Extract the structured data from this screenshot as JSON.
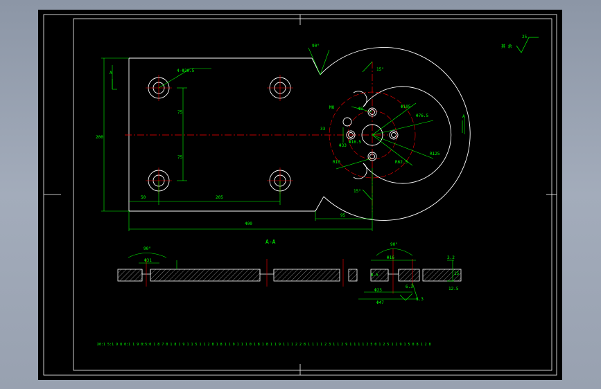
{
  "colors": {
    "background": "#000000",
    "outline": "#ffffff",
    "dimension": "#00ff00",
    "centerline": "#ff0000",
    "hatch": "#ffffff"
  },
  "views": {
    "section_label": "A-A",
    "section_marker": "A",
    "section_marker_right": "A"
  },
  "top_view": {
    "hole_callout": "4-Φ20.5",
    "dim_height": "200",
    "dim_75a": "75",
    "dim_75b": "75",
    "dim_50": "50",
    "dim_205": "205",
    "dim_400": "400",
    "dim_95": "95",
    "angle_90": "90°",
    "angle_15_top": "15°",
    "angle_15_bottom": "15°",
    "dim_33": "33",
    "dim_m8": "M8",
    "dim_40": "40",
    "dim_phi33": "Φ33",
    "dim_r10": "R10",
    "dim_d1": "Φ105",
    "dim_d2": "Φ76.5",
    "dim_r125": "R125",
    "dim_r62": "R62.5",
    "dim_small": "Φ16.5"
  },
  "section_view": {
    "angle_left": "90°",
    "angle_right": "90°",
    "dim_left": "Φ31",
    "dim_phi16": "Φ16",
    "dim_phi23": "Φ23",
    "dim_phi47": "Φ47",
    "dim_t": "15",
    "dim_t2": "3.2",
    "dim_r3": "8.5",
    "dim_ra": "12.5",
    "dim_s1": "6.3",
    "dim_s2": "6.3"
  },
  "surface_finish": {
    "note": "其 余",
    "value": "25"
  },
  "notes": {
    "technical": "X0:1 5:1 9 8 0:1 1 9 0:5:0 1 8 7 0 1 8 1 9 1 1 5 1 1 2 8 1 8 1 1 9 1 1 1 0 1 8 1 8 1 1 9 1 1 1 2 2 8 1 1 1 1 2 3 1 1 2 9 1 1 1 1 2 5 0 1 2 5 1 2 9 1 5 0 8 1 2 8"
  }
}
